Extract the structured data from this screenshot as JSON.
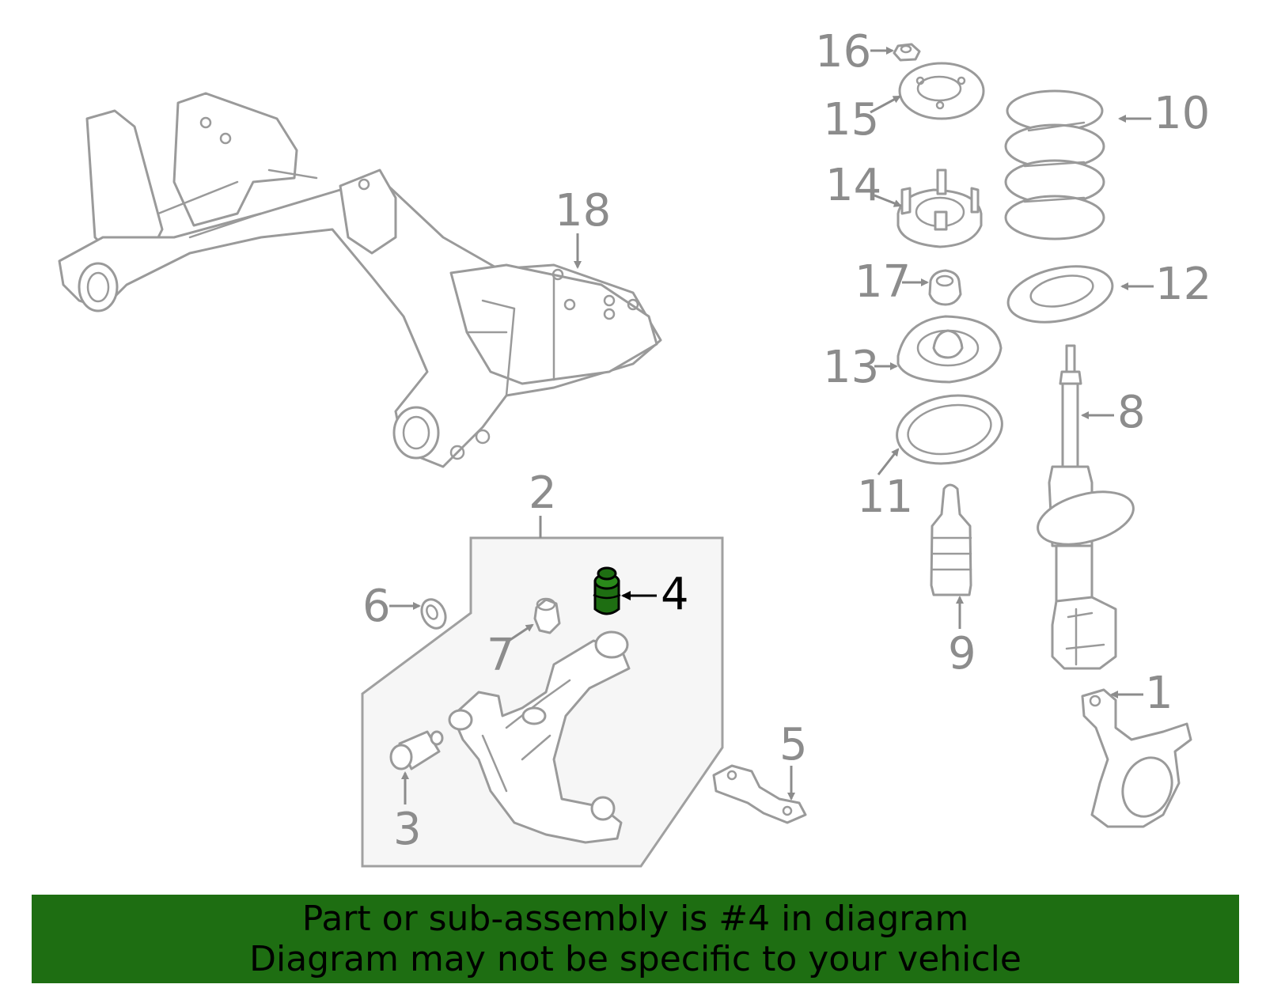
{
  "diagram": {
    "highlight_color": "#1e6e12",
    "line_color": "#9a9a9a",
    "callouts": {
      "c1": "1",
      "c2": "2",
      "c3": "3",
      "c4": "4",
      "c5": "5",
      "c6": "6",
      "c7": "7",
      "c8": "8",
      "c9": "9",
      "c10": "10",
      "c11": "11",
      "c12": "12",
      "c13": "13",
      "c14": "14",
      "c15": "15",
      "c16": "16",
      "c17": "17",
      "c18": "18"
    },
    "highlighted_part": "4"
  },
  "banner": {
    "line1": "Part or sub-assembly is #4 in diagram",
    "line2": "Diagram may not be specific to your vehicle",
    "background": "#1e6e12"
  }
}
